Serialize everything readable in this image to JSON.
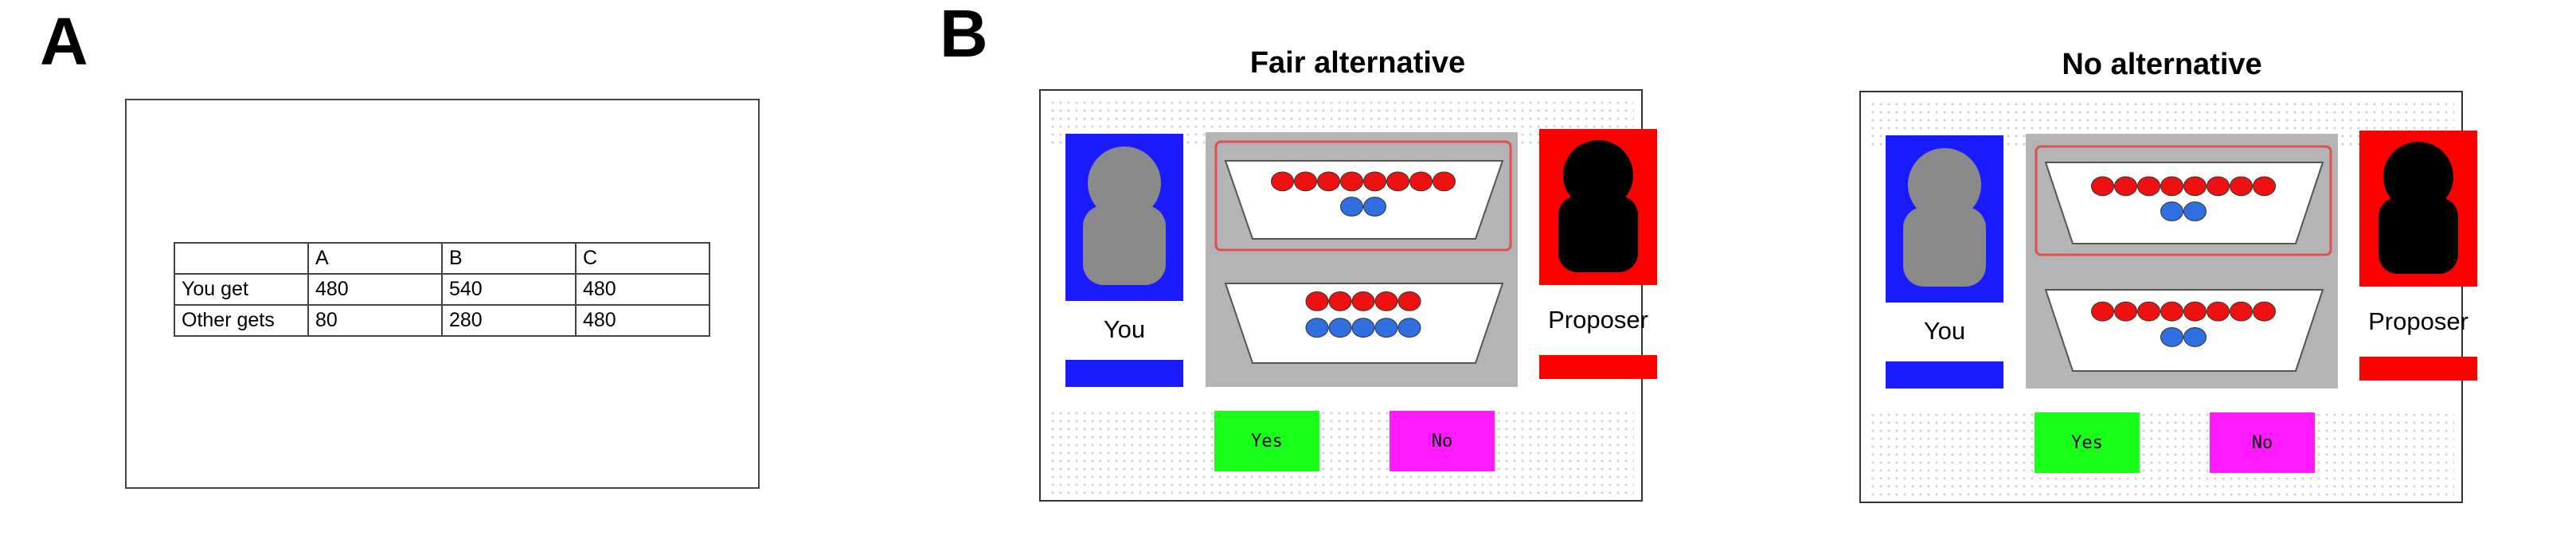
{
  "panels": {
    "a": "A",
    "b": "B"
  },
  "table_a": {
    "header": [
      "",
      "A",
      "B",
      "C"
    ],
    "rows": [
      [
        "You get",
        "480",
        "540",
        "480"
      ],
      [
        "Other gets",
        "80",
        "280",
        "480"
      ]
    ]
  },
  "screens": [
    {
      "title": "Fair alternative",
      "you_label": "You",
      "proposer_label": "Proposer",
      "yes_label": "Yes",
      "no_label": "No",
      "offers": [
        {
          "red": 8,
          "blue": 2,
          "selected": true
        },
        {
          "red": 5,
          "blue": 5,
          "selected": false
        }
      ]
    },
    {
      "title": "No alternative",
      "you_label": "You",
      "proposer_label": "Proposer",
      "yes_label": "Yes",
      "no_label": "No",
      "offers": [
        {
          "red": 8,
          "blue": 2,
          "selected": true
        },
        {
          "red": 8,
          "blue": 2,
          "selected": false
        }
      ]
    }
  ],
  "colors": {
    "you": "#1a1aff",
    "proposer": "#ff0000",
    "yes": "#1aff1a",
    "no": "#ff1aff",
    "token_red": "#ee1111",
    "token_blue": "#2f6fe0",
    "selection": "#e05050"
  }
}
